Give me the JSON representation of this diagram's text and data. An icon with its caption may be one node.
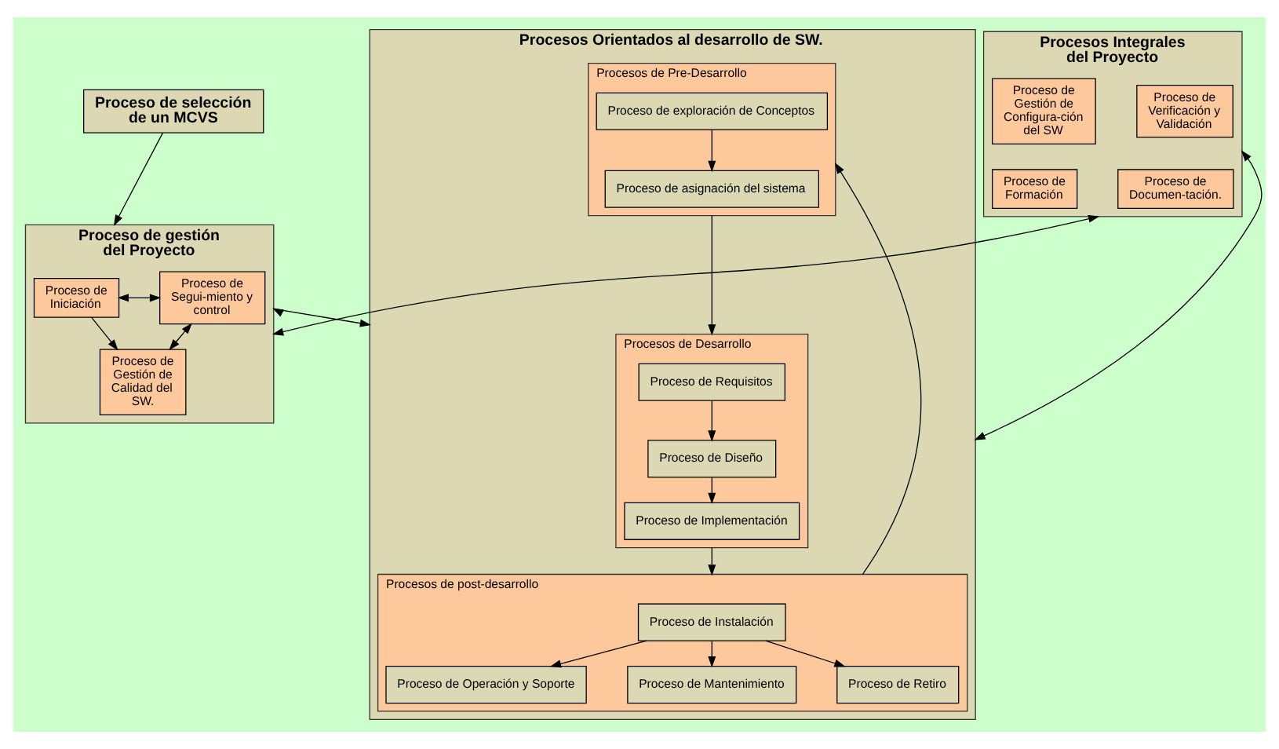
{
  "diagram": {
    "nodes": [
      {
        "text": [
          "Proceso de selección de un MCVS"
        ]
      },
      {
        "text": [
          "Proceso de gestión del Proyecto"
        ]
      },
      {
        "text": [
          "Proceso de Iniciación"
        ],
        "in": 1
      },
      {
        "text": [
          "Proceso de Segui-miento y control"
        ],
        "in": 1
      },
      {
        "text": [
          "Proceso de Gestión de Calidad del SW."
        ],
        "in": 1
      },
      {
        "text": [
          "Procesos Orientados al desarrollo de SW."
        ]
      },
      {
        "text": [
          "Procesos de Pre-Desarrollo"
        ],
        "in": 5
      },
      {
        "text": [
          "Proceso de exploración de Conceptos"
        ],
        "in": 6
      },
      {
        "text": [
          "Proceso de asignación del sistema"
        ],
        "in": 6
      },
      {
        "text": [
          "Procesos de Desarrollo"
        ],
        "in": 5
      },
      {
        "text": [
          "Proceso de Requisitos"
        ],
        "in": 9
      },
      {
        "text": [
          "Proceso de Diseño"
        ],
        "in": 9
      },
      {
        "text": [
          "Proceso de Implementación"
        ],
        "in": 9
      },
      {
        "text": [
          "Procesos de post-desarrollo"
        ],
        "in": 5
      },
      {
        "text": [
          "Proceso de Instalación"
        ],
        "in": 13
      },
      {
        "text": [
          "Proceso de Operación y Soporte"
        ],
        "in": 13
      },
      {
        "text": [
          "Proceso de Mantenimiento"
        ],
        "in": 13
      },
      {
        "text": [
          "Proceso de Retiro"
        ],
        "in": 13
      },
      {
        "text": [
          "Procesos Integrales del Proyecto"
        ]
      },
      {
        "text": [
          "Proceso de Verificación y Validación"
        ],
        "in": 18
      },
      {
        "text": [
          "Proceso de Gestión de Configura-ción del SW"
        ],
        "in": 18
      },
      {
        "text": [
          "Proceso de Documen-tación."
        ],
        "in": 18
      },
      {
        "text": [
          "Proceso de Formación"
        ],
        "in": 18
      }
    ],
    "edges": [
      {
        "from": 0,
        "to": 1,
        "arrow": "to"
      },
      {
        "from": 2,
        "to": 3,
        "arrow": "both"
      },
      {
        "from": 2,
        "to": 4,
        "arrow": "to"
      },
      {
        "from": 3,
        "to": 4,
        "arrow": "both"
      },
      {
        "from": 1,
        "to": 5,
        "arrow": "both"
      },
      {
        "from": 7,
        "to": 8,
        "arrow": "to"
      },
      {
        "from": 6,
        "to": 9,
        "arrow": "to"
      },
      {
        "from": 10,
        "to": 11,
        "arrow": "to"
      },
      {
        "from": 11,
        "to": 12,
        "arrow": "to"
      },
      {
        "from": 9,
        "to": 13,
        "arrow": "to"
      },
      {
        "from": 14,
        "to": 15,
        "arrow": "to"
      },
      {
        "from": 14,
        "to": 16,
        "arrow": "to"
      },
      {
        "from": 14,
        "to": 17,
        "arrow": "to"
      },
      {
        "from": 13,
        "to": 6,
        "arrow": "to"
      },
      {
        "from": 5,
        "to": 18,
        "arrow": "both"
      },
      {
        "from": 18,
        "to": 1,
        "arrow": "both"
      }
    ]
  }
}
